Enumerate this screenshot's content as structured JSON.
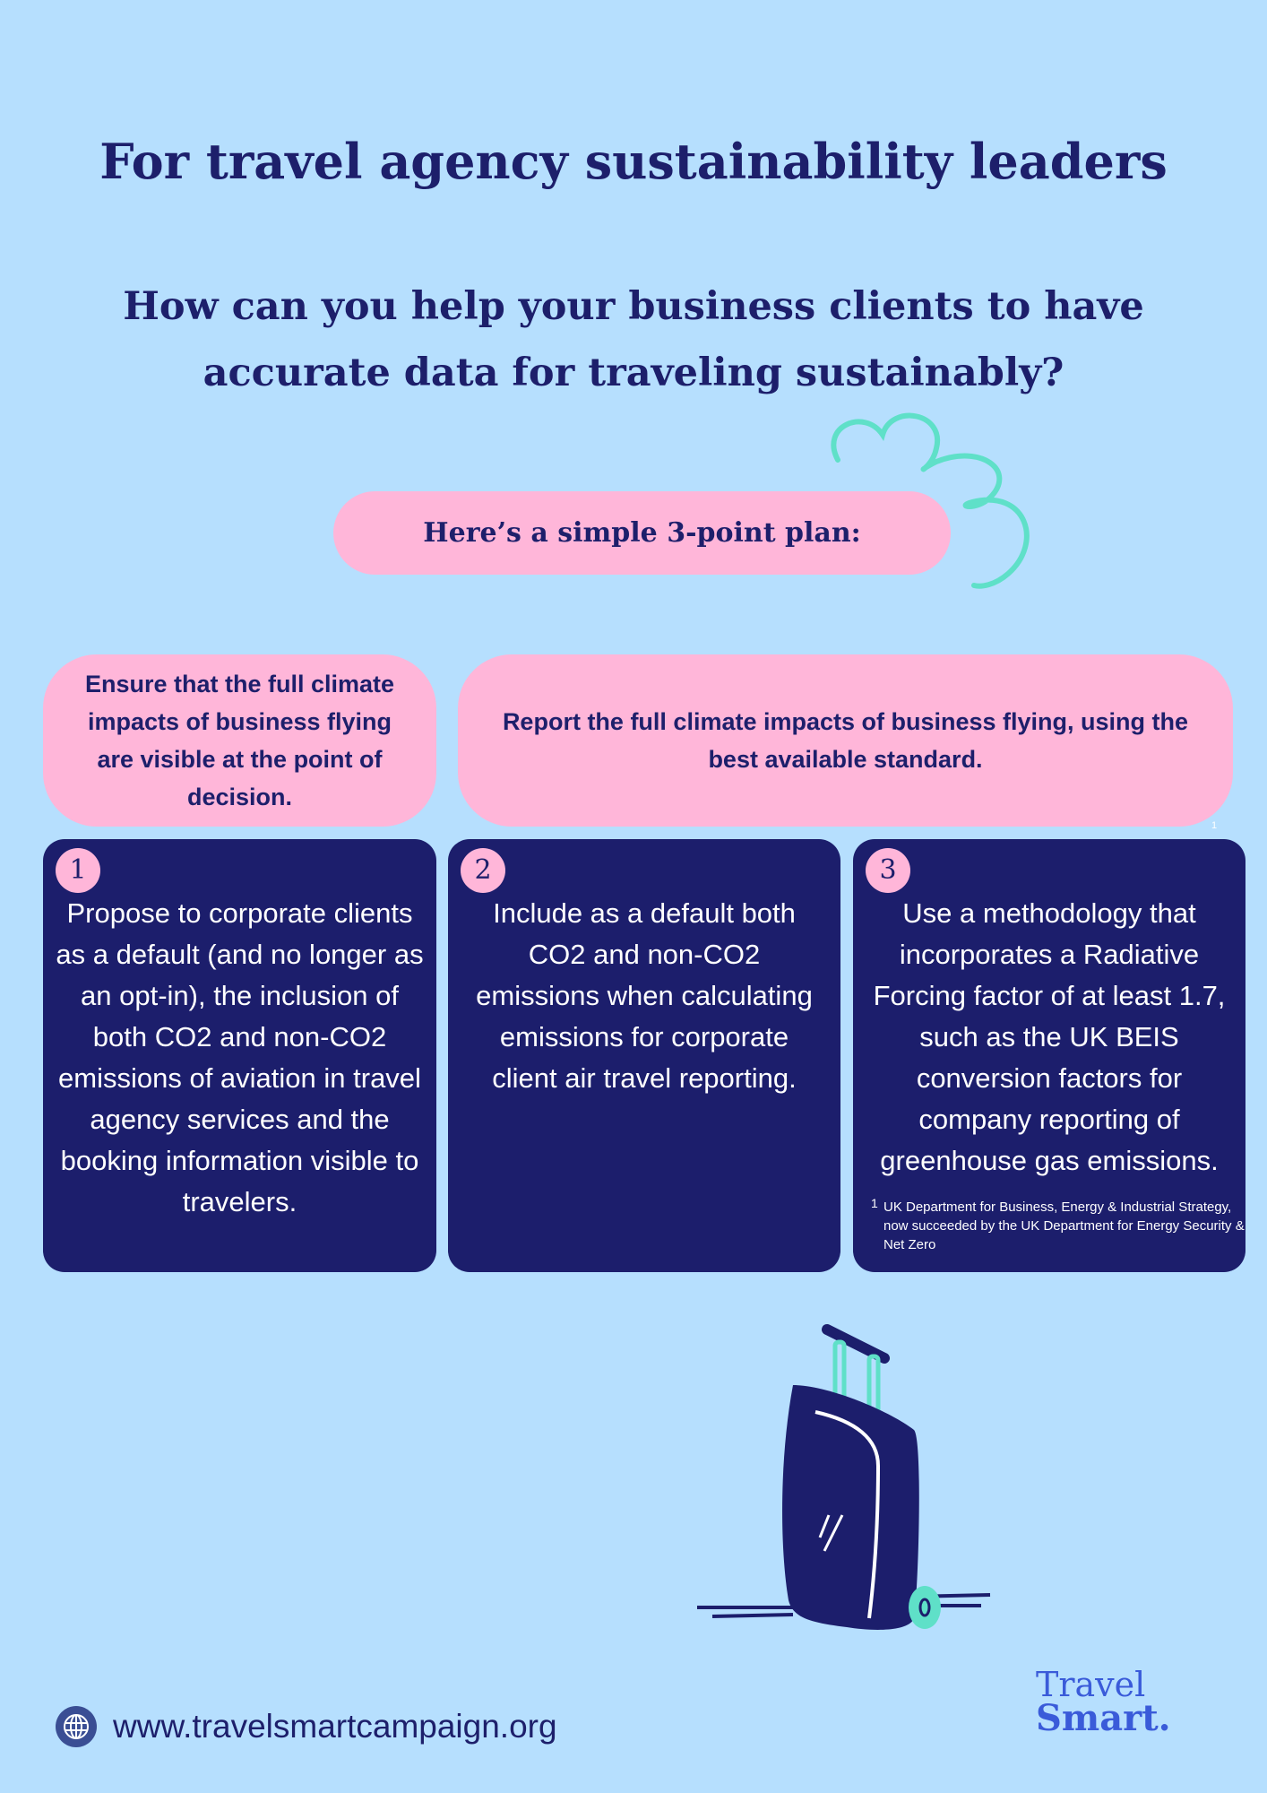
{
  "header": {
    "title": "For travel agency sustainability leaders",
    "subtitle_line1": "How can you help your business clients to have",
    "subtitle_line2": "accurate data for traveling sustainably?"
  },
  "plan_label": "Here’s a simple 3-point plan:",
  "goals": [
    {
      "text": "Ensure that the full climate impacts of business flying are visible at the point of decision."
    },
    {
      "text": "Report the full climate impacts of business flying, using the best available standard."
    }
  ],
  "footnote_marker": "1",
  "steps": [
    {
      "number": "1",
      "text": "Propose to corporate clients as a default (and no longer as an opt-in), the inclusion of both CO2 and non-CO2 emissions of aviation in travel agency services and the booking information visible to travelers."
    },
    {
      "number": "2",
      "text": "Include as a default both CO2 and non-CO2 emissions when calculating emissions for corporate client air travel reporting."
    },
    {
      "number": "3",
      "text": "Use a methodology that incorporates a Radiative Forcing factor of at least 1.7, such as the UK BEIS conversion factors for company reporting of greenhouse gas emissions.",
      "footnote_sup": "1",
      "footnote": "UK Department for Business, Energy & Industrial Strategy, now succeeded by the UK Department for Energy Security & Net Zero"
    }
  ],
  "footer": {
    "url": "www.travelsmartcampaign.org",
    "logo_line1": "Travel",
    "logo_line2": "Smart."
  },
  "colors": {
    "background": "#b6dffe",
    "navy": "#1c1e6c",
    "pink": "#ffb6d9",
    "mint": "#5fe0c8",
    "logo_blue": "#3a5bd9"
  }
}
